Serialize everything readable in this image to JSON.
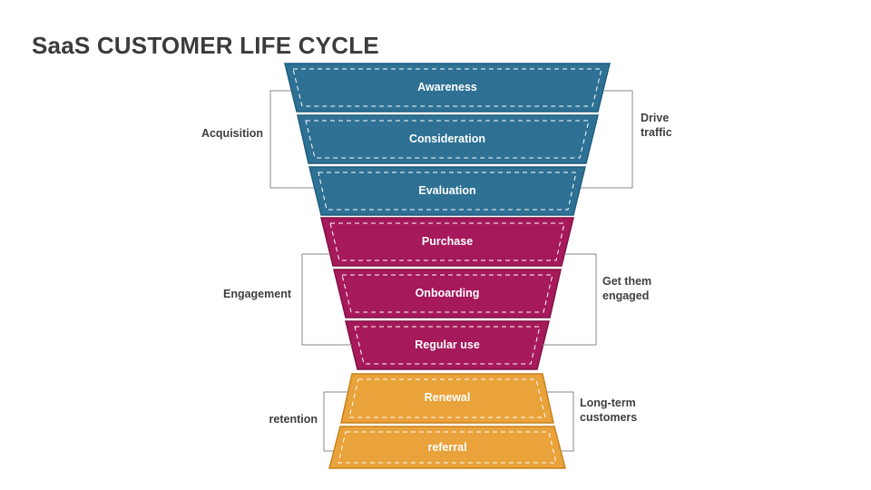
{
  "title": "SaaS CUSTOMER LIFE CYCLE",
  "funnel": {
    "stages": [
      {
        "label": "Awareness"
      },
      {
        "label": "Consideration"
      },
      {
        "label": "Evaluation"
      },
      {
        "label": "Purchase"
      },
      {
        "label": "Onboarding"
      },
      {
        "label": "Regular use"
      },
      {
        "label": "Renewal"
      },
      {
        "label": "referral"
      }
    ]
  },
  "annotations": {
    "acquisition": {
      "left": "Acquisition",
      "right": "Drive traffic"
    },
    "engagement": {
      "left": "Engagement",
      "right": "Get them engaged"
    },
    "retention": {
      "left": "retention",
      "right": "Long-term customers"
    }
  },
  "colors": {
    "stage_blue": "#2E7194",
    "stage_blue_border": "#1E5F80",
    "stage_magenta": "#A6195B",
    "stage_magenta_border": "#821245",
    "stage_orange": "#EAA23B",
    "stage_orange_border": "#C8821D",
    "inner_dash": "#FFFFFF",
    "bracket_line": "#8A8A8A",
    "annotation_text": "#3F3F3F",
    "stage_text": "#FFFFFF",
    "title_text": "#3B3B3B"
  }
}
